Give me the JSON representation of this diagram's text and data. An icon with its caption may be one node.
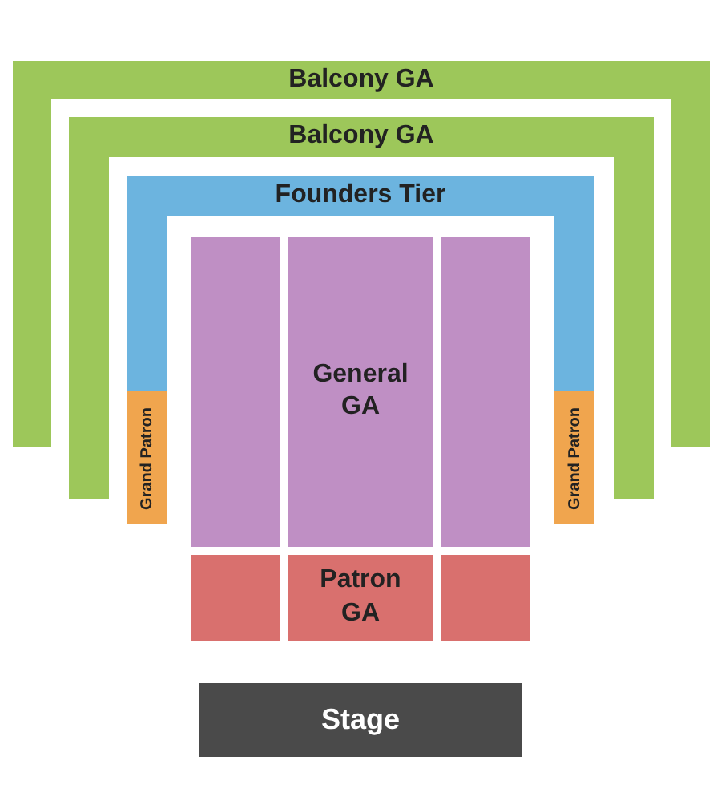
{
  "diagram": {
    "nodes": [
      {
        "text": [
          "Balcony GA"
        ]
      },
      {
        "text": [
          "Balcony GA"
        ]
      },
      {
        "text": [
          "Founders Tier"
        ]
      },
      {
        "text": [],
        "shape": "box"
      },
      {
        "text": [
          "General GA"
        ]
      },
      {
        "text": [],
        "shape": "box"
      },
      {
        "text": [
          "Grand Patron"
        ]
      },
      {
        "text": [
          "Grand Patron"
        ]
      },
      {
        "text": [],
        "shape": "box"
      },
      {
        "text": [
          "Patron GA"
        ]
      },
      {
        "text": [],
        "shape": "box"
      },
      {
        "text": [
          "Stage"
        ]
      }
    ]
  }
}
